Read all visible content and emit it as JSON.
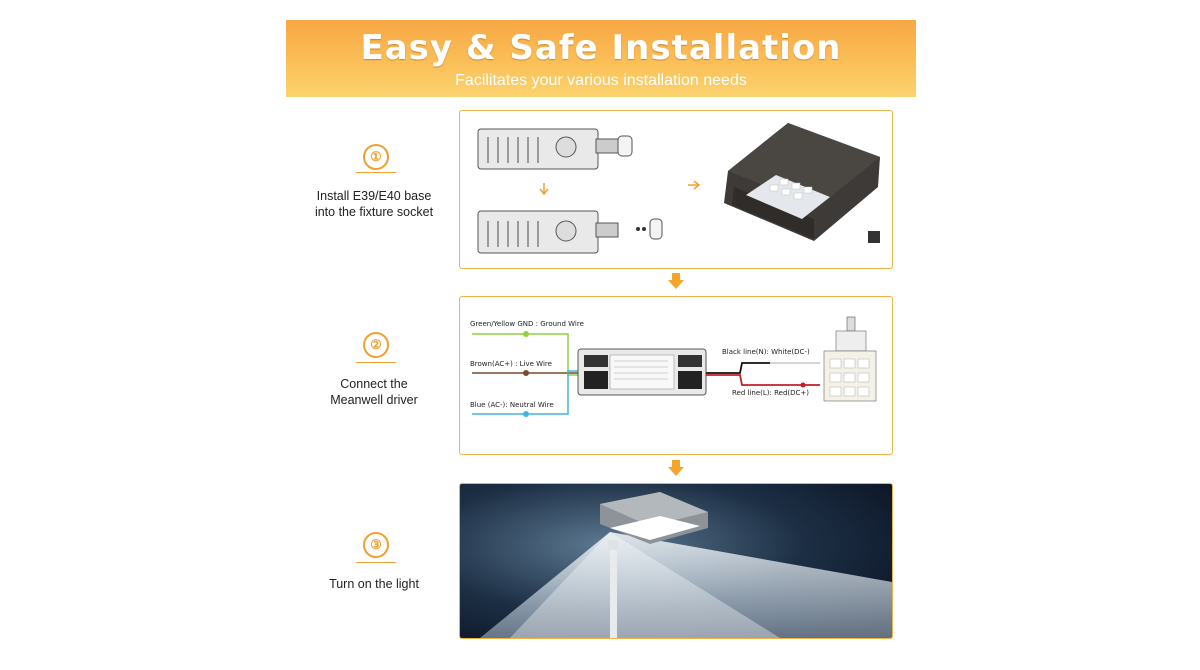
{
  "header": {
    "title": "Easy & Safe Installation",
    "subtitle": "Facilitates your various installation needs"
  },
  "steps": [
    {
      "number": "①",
      "text_line1": "Install E39/E40 base",
      "text_line2": "into the fixture socket"
    },
    {
      "number": "②",
      "text_line1": "Connect the",
      "text_line2": "Meanwell driver"
    },
    {
      "number": "③",
      "text_line1": "Turn on the light",
      "text_line2": ""
    }
  ],
  "wiring": {
    "ground": "Green/Yellow GND : Ground Wire",
    "live": "Brown(AC+)  : Live Wire",
    "neutral": "Blue (AC-):  Neutral Wire",
    "black": "Black line(N):  White(DC-)",
    "red": "Red line(L):  Red(DC+)"
  },
  "colors": {
    "accent": "#f0a030",
    "banner_top": "#f7a743",
    "banner_bottom": "#fbd36e",
    "panel_border": "#f2b24a",
    "ground_wire": "#8fd13f",
    "live_wire": "#7a4a2a",
    "neutral_wire": "#3fb6e0"
  },
  "icons": {
    "arrow": "down-arrow-icon"
  }
}
